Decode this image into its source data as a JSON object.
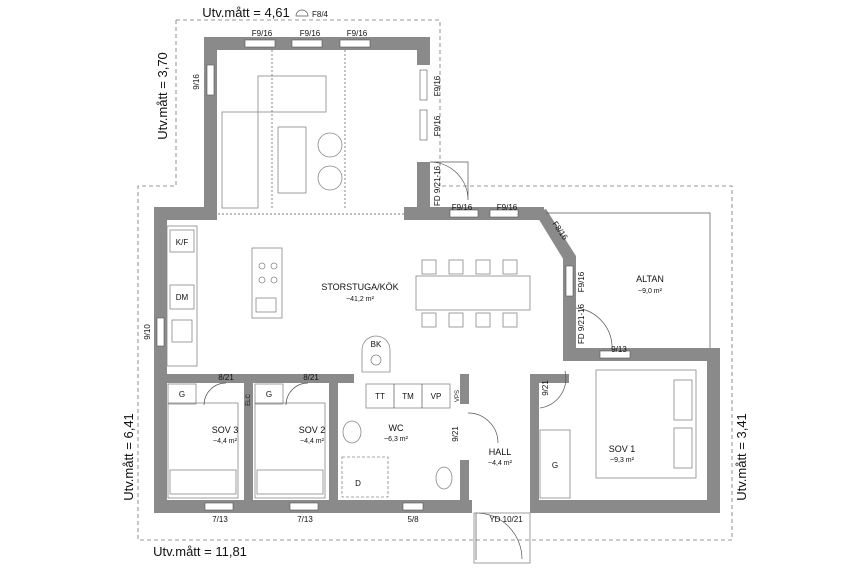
{
  "dimensions": {
    "top": "Utv.mått = 4,61",
    "left_upper": "Utv.mått = 3,70",
    "left_lower": "Utv.mått = 6,41",
    "right": "Utv.mått = 3,41",
    "bottom": "Utv.mått = 11,81"
  },
  "symbols": {
    "top_window": "F8/4"
  },
  "rooms": {
    "storstuga": {
      "name": "STORSTUGA/KÖK",
      "area": "~41,2 m²"
    },
    "altan": {
      "name": "ALTAN",
      "area": "~9,0 m²"
    },
    "sov3": {
      "name": "SOV 3",
      "area": "~4,4 m²"
    },
    "sov2": {
      "name": "SOV 2",
      "area": "~4,4 m²"
    },
    "wc": {
      "name": "WC",
      "area": "~6,3 m²"
    },
    "hall": {
      "name": "HALL",
      "area": "~4,4 m²"
    },
    "sov1": {
      "name": "SOV 1",
      "area": "~9,3 m²"
    }
  },
  "fixtures": {
    "kf": "K/F",
    "dm": "DM",
    "bk": "BK",
    "tt": "TT",
    "tm": "TM",
    "vp": "VP",
    "g_sov3": "G",
    "g_sov2": "G",
    "g_sov1": "G",
    "d_wc": "D",
    "vps": "VPS",
    "elc": "ELC"
  },
  "labels": {
    "w_top1": "F9/16",
    "w_top2": "F9/16",
    "w_top3": "F9/16",
    "w_left_upper": "9/16",
    "w_right_upper1": "F9/16",
    "w_right_upper2": "F9/16",
    "door_fd_upper": "FD 9/21-16",
    "w_mid1": "F9/16",
    "w_mid2": "F9/16",
    "w_diag": "F8/16",
    "w_altan": "F9/16",
    "door_fd_lower": "FD 9/21-16",
    "w_left_kitchen": "9/10",
    "w_right_sov1": "9/13",
    "d_sov3": "8/21",
    "d_sov2": "8/21",
    "d_sov1": "9/21",
    "d_wc": "9/21",
    "w_sov3": "7/13",
    "w_sov2": "7/13",
    "w_wc": "5/8",
    "d_entry": "YD 10/21"
  }
}
